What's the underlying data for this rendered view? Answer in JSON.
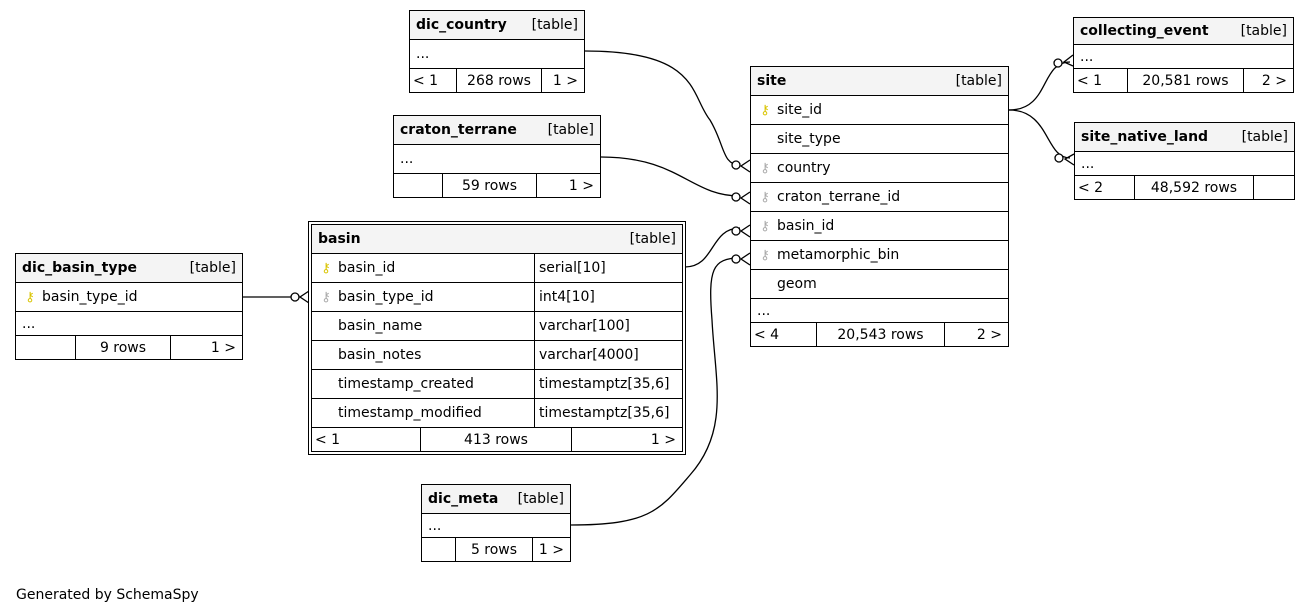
{
  "tables": {
    "dic_country": {
      "name": "dic_country",
      "kind": "[table]",
      "ellipsis": "...",
      "prev": "< 1",
      "rows": "268 rows",
      "next": "1 >"
    },
    "craton_terrane": {
      "name": "craton_terrane",
      "kind": "[table]",
      "ellipsis": "...",
      "prev": "",
      "rows": "59 rows",
      "next": "1 >"
    },
    "dic_basin_type": {
      "name": "dic_basin_type",
      "kind": "[table]",
      "col1": "basin_type_id",
      "ellipsis": "...",
      "prev": "",
      "rows": "9 rows",
      "next": "1 >"
    },
    "basin": {
      "name": "basin",
      "kind": "[table]",
      "columns": [
        {
          "name": "basin_id",
          "type": "serial[10]"
        },
        {
          "name": "basin_type_id",
          "type": "int4[10]"
        },
        {
          "name": "basin_name",
          "type": "varchar[100]"
        },
        {
          "name": "basin_notes",
          "type": "varchar[4000]"
        },
        {
          "name": "timestamp_created",
          "type": "timestamptz[35,6]"
        },
        {
          "name": "timestamp_modified",
          "type": "timestamptz[35,6]"
        }
      ],
      "prev": "< 1",
      "rows": "413 rows",
      "next": "1 >"
    },
    "dic_meta": {
      "name": "dic_meta",
      "kind": "[table]",
      "ellipsis": "...",
      "prev": "",
      "rows": "5 rows",
      "next": "1 >"
    },
    "site": {
      "name": "site",
      "kind": "[table]",
      "columns": [
        "site_id",
        "site_type",
        "country",
        "craton_terrane_id",
        "basin_id",
        "metamorphic_bin",
        "geom"
      ],
      "ellipsis": "...",
      "prev": "< 4",
      "rows": "20,543 rows",
      "next": "2 >"
    },
    "collecting_event": {
      "name": "collecting_event",
      "kind": "[table]",
      "ellipsis": "...",
      "prev": "< 1",
      "rows": "20,581 rows",
      "next": "2 >"
    },
    "site_native_land": {
      "name": "site_native_land",
      "kind": "[table]",
      "ellipsis": "...",
      "prev": "< 2",
      "rows": "48,592 rows",
      "next": ""
    }
  },
  "footer": "Generated by SchemaSpy"
}
